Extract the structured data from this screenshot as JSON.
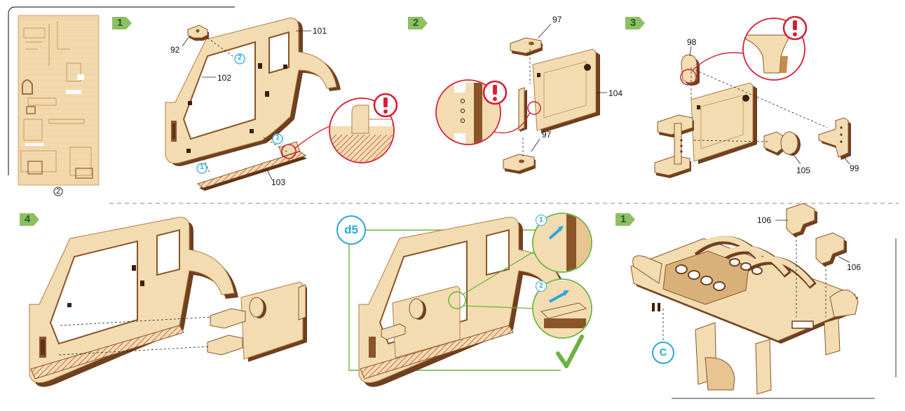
{
  "steps": {
    "s1": "1",
    "s2": "2",
    "s3": "3",
    "s4": "4",
    "s5": "1"
  },
  "sheet": {
    "label": "2"
  },
  "parts": {
    "p92": "92",
    "p101": "101",
    "p102": "102",
    "p103": "103",
    "p97a": "97",
    "p97b": "97",
    "p104": "104",
    "p98": "98",
    "p105": "105",
    "p99": "99",
    "p106a": "106",
    "p106b": "106"
  },
  "markers": {
    "m1a": "1",
    "m1b": "1",
    "m2a": "2",
    "d5_m1": "1",
    "d5_m2": "2",
    "d5": "d5",
    "c": "C"
  },
  "colors": {
    "wood_light": "#f3dcb2",
    "wood_edge": "#8a5528",
    "wood_dark": "#5b3418",
    "step_green": "#8cc063",
    "accent_blue": "#2aa8dc",
    "warn_red": "#d71f31",
    "check_green": "#6cb33f"
  }
}
